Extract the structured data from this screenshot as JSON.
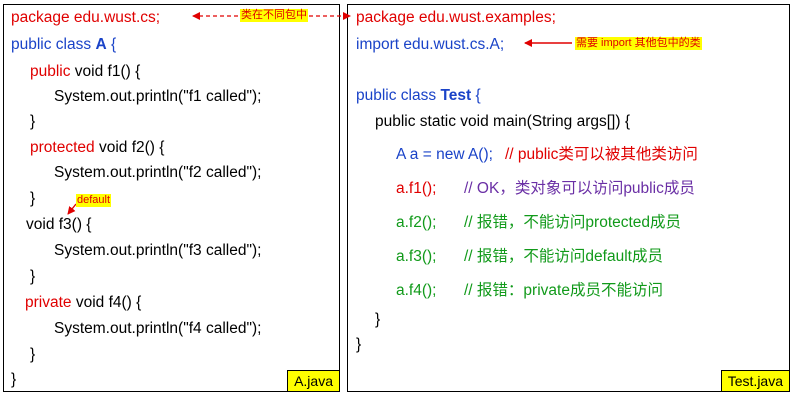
{
  "file_a": {
    "name": "A.java",
    "package_line": "package edu.wust.cs;",
    "class_decl_prefix": "public class ",
    "class_name": "A",
    "class_decl_suffix": " {",
    "f1_mod": "public",
    "f1_rest": "  void f1() {",
    "f1_body": "System.out.println(\"f1 called\");",
    "close1": "}",
    "f2_mod": "protected",
    "f2_rest": " void f2() {",
    "f2_body": "System.out.println(\"f2 called\");",
    "close2": "}",
    "f3_sig": "void f3() {",
    "f3_body": "System.out.println(\"f3 called\");",
    "close3": "}",
    "f4_mod": "private",
    "f4_rest": " void f4() {",
    "f4_body": "System.out.println(\"f4 called\");",
    "close4": "}",
    "close_class": "}"
  },
  "file_b": {
    "name": "Test.java",
    "package_line": "package edu.wust.examples;",
    "import_line": "import edu.wust.cs.A;",
    "class_decl_prefix": "public class ",
    "class_name": "Test",
    "class_decl_suffix": " {",
    "main_sig": "public static void main(String args[]) {",
    "line_new_code": "A a = new A();",
    "line_new_comment": "// public类可以被其他类访问",
    "line_f1_code": "a.f1();",
    "line_f1_comment": "// OK，类对象可以访问public成员",
    "line_f2_code": "a.f2();",
    "line_f2_comment": "// 报错，不能访问protected成员",
    "line_f3_code": "a.f3();",
    "line_f3_comment": "// 报错，不能访问default成员",
    "line_f4_code": "a.f4();",
    "line_f4_comment": "// 报错：private成员不能访问",
    "close_main": "}",
    "close_class": "}"
  },
  "annotations": {
    "different_package": "类在不同包中",
    "import_note": "需要 import 其他包中的类",
    "default_note": "default"
  },
  "colors": {
    "modifier": "#e00000",
    "import": "#1a43c8",
    "error_comment": "#119a1a",
    "ok_comment": "#6a2fa5",
    "note_bg": "#ffff00"
  }
}
